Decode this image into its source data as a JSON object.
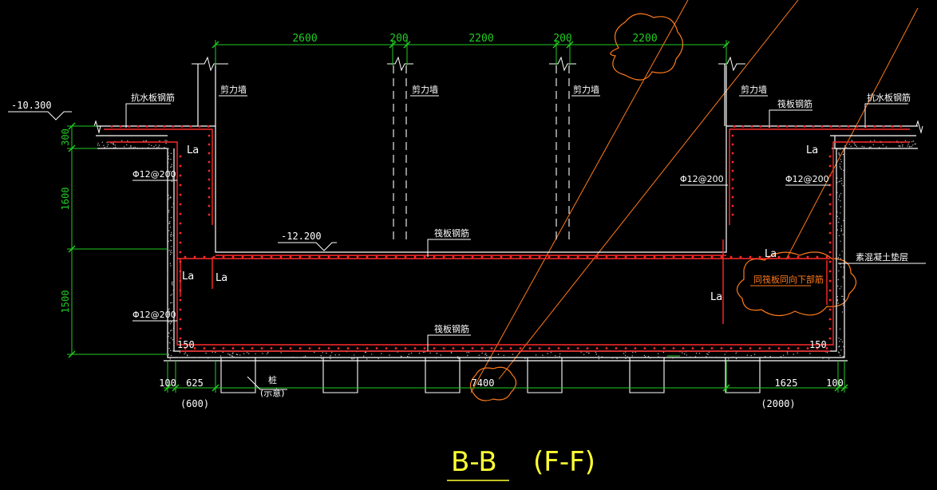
{
  "colors": {
    "background": "#000000",
    "outline": "#ffffff",
    "rebar": "#ff2a2a",
    "dimension": "#22cc22",
    "annotation": "#ffffff",
    "cloud": "#ff7a1a",
    "title": "#ffff33"
  },
  "title": {
    "section": "B-B",
    "alt": "(F-F)"
  },
  "dims": {
    "top": [
      "2600",
      "200",
      "2200",
      "200",
      "2200"
    ],
    "left": [
      "300",
      "1600",
      "1500"
    ],
    "bottom": [
      "100",
      "625",
      "7400",
      "1625",
      "100"
    ],
    "bottom_sub": [
      "(600)",
      "(2000)"
    ]
  },
  "elevations": {
    "top": "-10.300",
    "floor": "-12.200"
  },
  "labels": {
    "anti_water_rebar": "抗水板钢筋",
    "shear_wall": "剪力墙",
    "raft_rebar": "筏板钢筋",
    "rebar_spec": "Φ12@200",
    "la": "La",
    "cover_150": "150",
    "concrete_cushion": "素混凝土垫层",
    "same_raft_bottom": "同筏板同向下部筋",
    "pile": "桩",
    "pile_note": "(示意)"
  }
}
